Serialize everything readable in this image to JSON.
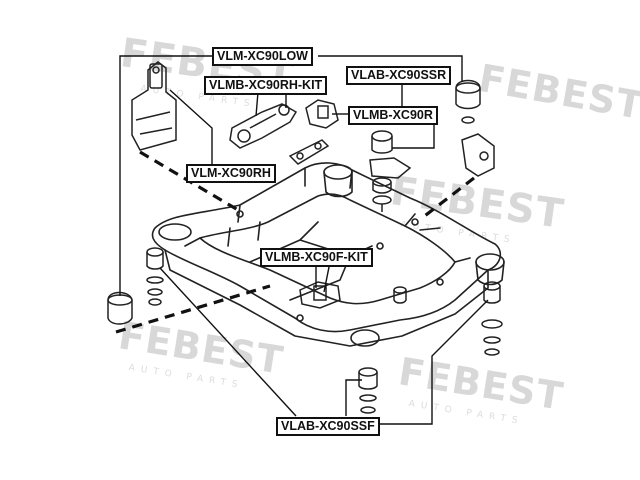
{
  "watermark": {
    "brand": "FEBEST",
    "sub": "AUTO PARTS"
  },
  "labels": {
    "vlm_xc90low": "VLM-XC90LOW",
    "vlmb_xc90rh_kit": "VLMB-XC90RH-KIT",
    "vlab_xc90ssr": "VLAB-XC90SSR",
    "vlmb_xc90r": "VLMB-XC90R",
    "vlm_xc90rh": "VLM-XC90RH",
    "vlmb_xc90f_kit": "VLMB-XC90F-KIT",
    "vlab_xc90ssf": "VLAB-XC90SSF"
  },
  "colors": {
    "line": "#111111",
    "part": "#555555",
    "watermark": "#d8d8d8"
  }
}
